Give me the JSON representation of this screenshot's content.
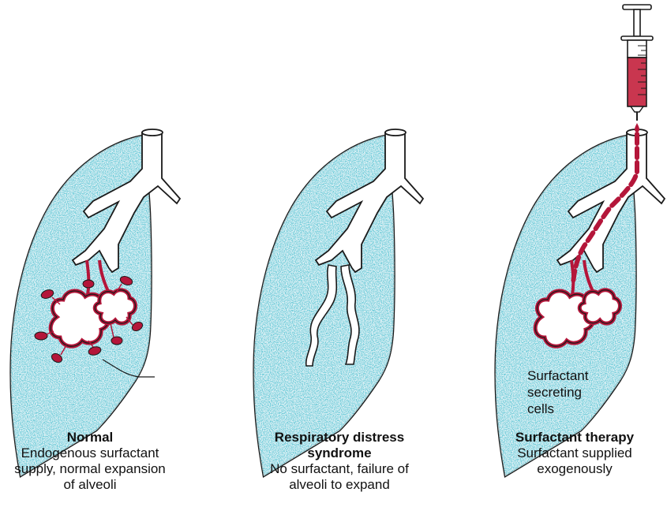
{
  "colors": {
    "lung_fill": "#7fcad8",
    "lung_speckle": "#2a9fb5",
    "surfactant": "#b4163a",
    "syringe_fluid": "#c9364f",
    "outline": "#1a1a1a"
  },
  "panels": [
    {
      "id": "normal",
      "title": "Normal",
      "description_lines": [
        "Endogenous surfactant",
        "supply, normal expansion",
        "of alveoli"
      ]
    },
    {
      "id": "rds",
      "title_lines": [
        "Respiratory distress",
        "syndrome"
      ],
      "description_lines": [
        "No surfactant, failure of",
        "alveoli to expand"
      ]
    },
    {
      "id": "therapy",
      "title": "Surfactant therapy",
      "description_lines": [
        "Surfactant supplied",
        "exogenously"
      ]
    }
  ],
  "callout": {
    "lines": [
      "Surfactant",
      "secreting",
      "cells"
    ]
  },
  "icons": [
    "lung-icon",
    "syringe-icon",
    "alveoli-cluster-icon",
    "surfactant-cell-icon"
  ]
}
